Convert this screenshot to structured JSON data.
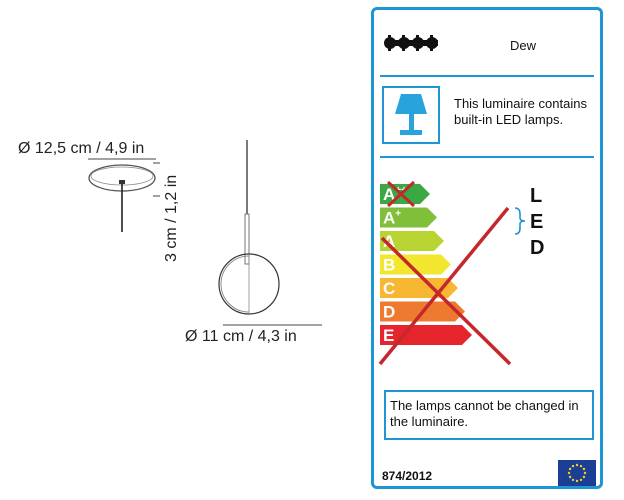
{
  "drawing": {
    "canopy_diameter": "Ø 12,5 cm / 4,9 in",
    "canopy_height": "3 cm / 1,2 in",
    "globe_diameter": "Ø 11 cm / 4,3 in"
  },
  "energy_label": {
    "product_name": "Dew",
    "lamp_statement": "This luminaire contains built-in LED lamps.",
    "classes": [
      {
        "name": "A",
        "sup": "++",
        "color": "#3aa843"
      },
      {
        "name": "A",
        "sup": "+",
        "color": "#7fbf3a"
      },
      {
        "name": "A",
        "sup": "",
        "color": "#b7d433"
      },
      {
        "name": "B",
        "sup": "",
        "color": "#f2e62e"
      },
      {
        "name": "C",
        "sup": "",
        "color": "#f7b733"
      },
      {
        "name": "D",
        "sup": "",
        "color": "#ee7a30"
      },
      {
        "name": "E",
        "sup": "",
        "color": "#e5242c"
      }
    ],
    "led_letters": [
      "L",
      "E",
      "D"
    ],
    "not_changeable": "The lamps cannot be changed in the luminaire.",
    "regulation": "874/2012",
    "colors": {
      "border": "#1e95d4",
      "lamp_icon": "#29a3dc",
      "cross": "#c5282c",
      "eu_flag": "#1c3f95",
      "eu_stars": "#f2d21b"
    }
  }
}
